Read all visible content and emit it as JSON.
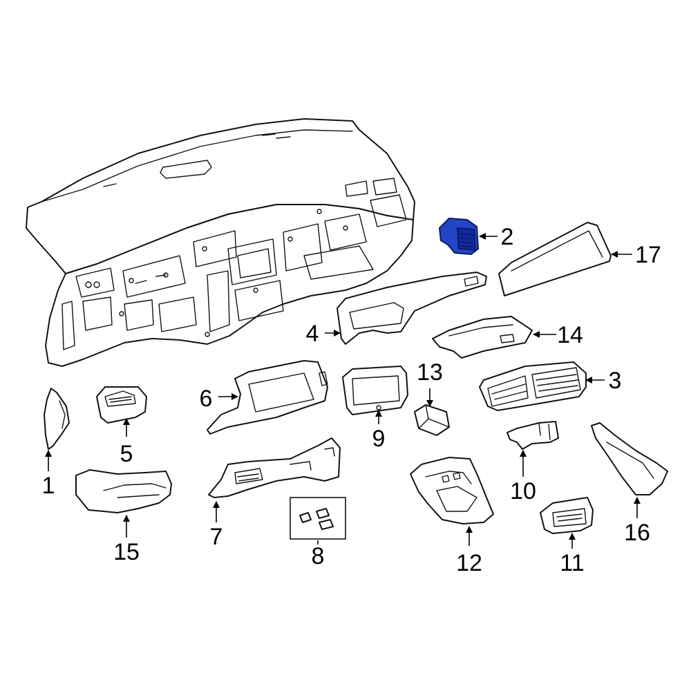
{
  "highlight_color": "#2346c7",
  "highlight_dark": "#0e2a9a",
  "callouts": {
    "c1": "1",
    "c2": "2",
    "c3": "3",
    "c4": "4",
    "c5": "5",
    "c6": "6",
    "c7": "7",
    "c8": "8",
    "c9": "9",
    "c10": "10",
    "c11": "11",
    "c12": "12",
    "c13": "13",
    "c14": "14",
    "c15": "15",
    "c16": "16",
    "c17": "17"
  }
}
